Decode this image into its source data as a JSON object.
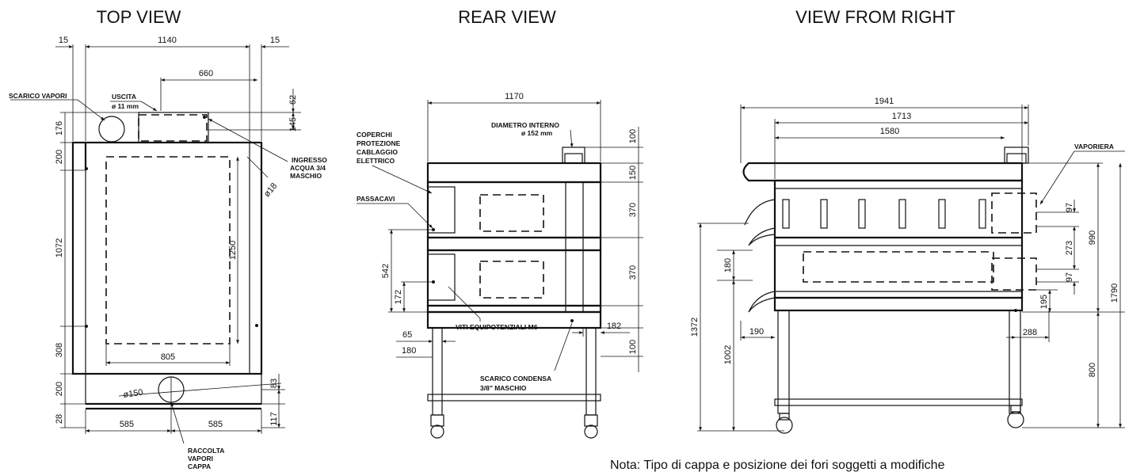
{
  "views": {
    "top": {
      "title": "TOP VIEW",
      "dims": {
        "d_15_left": "15",
        "d_1140": "1140",
        "d_15_right": "15",
        "d_660": "660",
        "d_62": "62",
        "d_145": "145",
        "d_176": "176",
        "d_200_top": "200",
        "d_1072": "1072",
        "d_1250": "1250",
        "d_308": "308",
        "d_805": "805",
        "d_200_bottom": "200",
        "d_28": "28",
        "d_585_left": "585",
        "d_585_right": "585",
        "d_83": "83",
        "d_117": "117",
        "d_phi18": "ø18",
        "d_phi150": "ø150"
      },
      "labels": {
        "scarico_vapori": "SCARICO VAPORI",
        "uscita": "USCITA",
        "uscita_size": "ø 11 mm",
        "ingresso_1": "INGRESSO",
        "ingresso_2": "ACQUA 3/4",
        "ingresso_3": "MASCHIO",
        "raccolta_1": "RACCOLTA",
        "raccolta_2": "VAPORI",
        "raccolta_3": "CAPPA"
      }
    },
    "rear": {
      "title": "REAR VIEW",
      "dims": {
        "d_1170": "1170",
        "d_100_top": "100",
        "d_150": "150",
        "d_370_top": "370",
        "d_370_bottom": "370",
        "d_542": "542",
        "d_172": "172",
        "d_65": "65",
        "d_180": "180",
        "d_182": "182",
        "d_100_bottom": "100"
      },
      "labels": {
        "diametro_1": "DIAMETRO INTERNO",
        "diametro_2": "ø 152 mm",
        "coperchi_1": "COPERCHI",
        "coperchi_2": "PROTEZIONE",
        "coperchi_3": "CABLAGGIO",
        "coperchi_4": "ELETTRICO",
        "passacavi": "PASSACAVI",
        "viti": "VITI EQUIPOTENZIALI M6",
        "scarico_condensa_1": "SCARICO CONDENSA",
        "scarico_condensa_2": "3/8\" MASCHIO"
      }
    },
    "right": {
      "title": "VIEW  FROM RIGHT",
      "dims": {
        "d_1941": "1941",
        "d_1713": "1713",
        "d_1580": "1580",
        "d_97_top": "97",
        "d_273": "273",
        "d_97_bottom": "97",
        "d_990": "990",
        "d_195": "195",
        "d_1790": "1790",
        "d_180": "180",
        "d_1372": "1372",
        "d_190": "190",
        "d_288": "288",
        "d_1002": "1002",
        "d_800": "800"
      },
      "labels": {
        "vaporiera": "VAPORIERA"
      }
    }
  },
  "note": "Nota: Tipo di cappa e posizione dei fori soggetti a modifiche"
}
